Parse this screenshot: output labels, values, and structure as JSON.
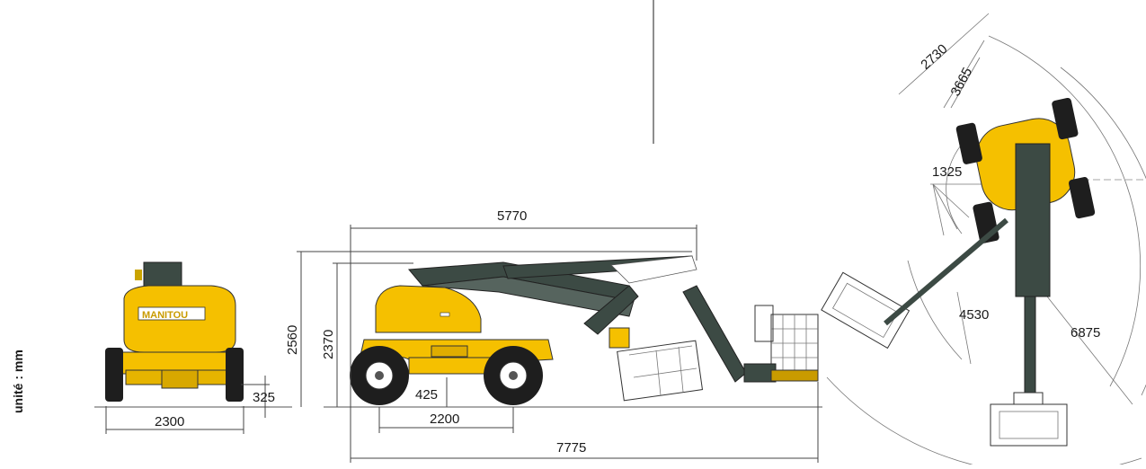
{
  "unit_label": "unité : mm",
  "brand_label": "MANITOU",
  "dimensions": {
    "front_width": "2300",
    "ground_clearance": "325",
    "overall_height": "2560",
    "stowed_height": "2370",
    "top_length": "5770",
    "wheel_height": "425",
    "wheelbase": "2200",
    "overall_length": "7775",
    "swing_radius_a": "2730",
    "swing_radius_b": "3665",
    "turning_inner": "1325",
    "turning_mid": "4530",
    "turning_outer": "6875"
  },
  "colors": {
    "machine_yellow": "#f5c000",
    "arm_dark": "#3c4a44",
    "tire": "#1e1e1e",
    "line": "#444444"
  }
}
